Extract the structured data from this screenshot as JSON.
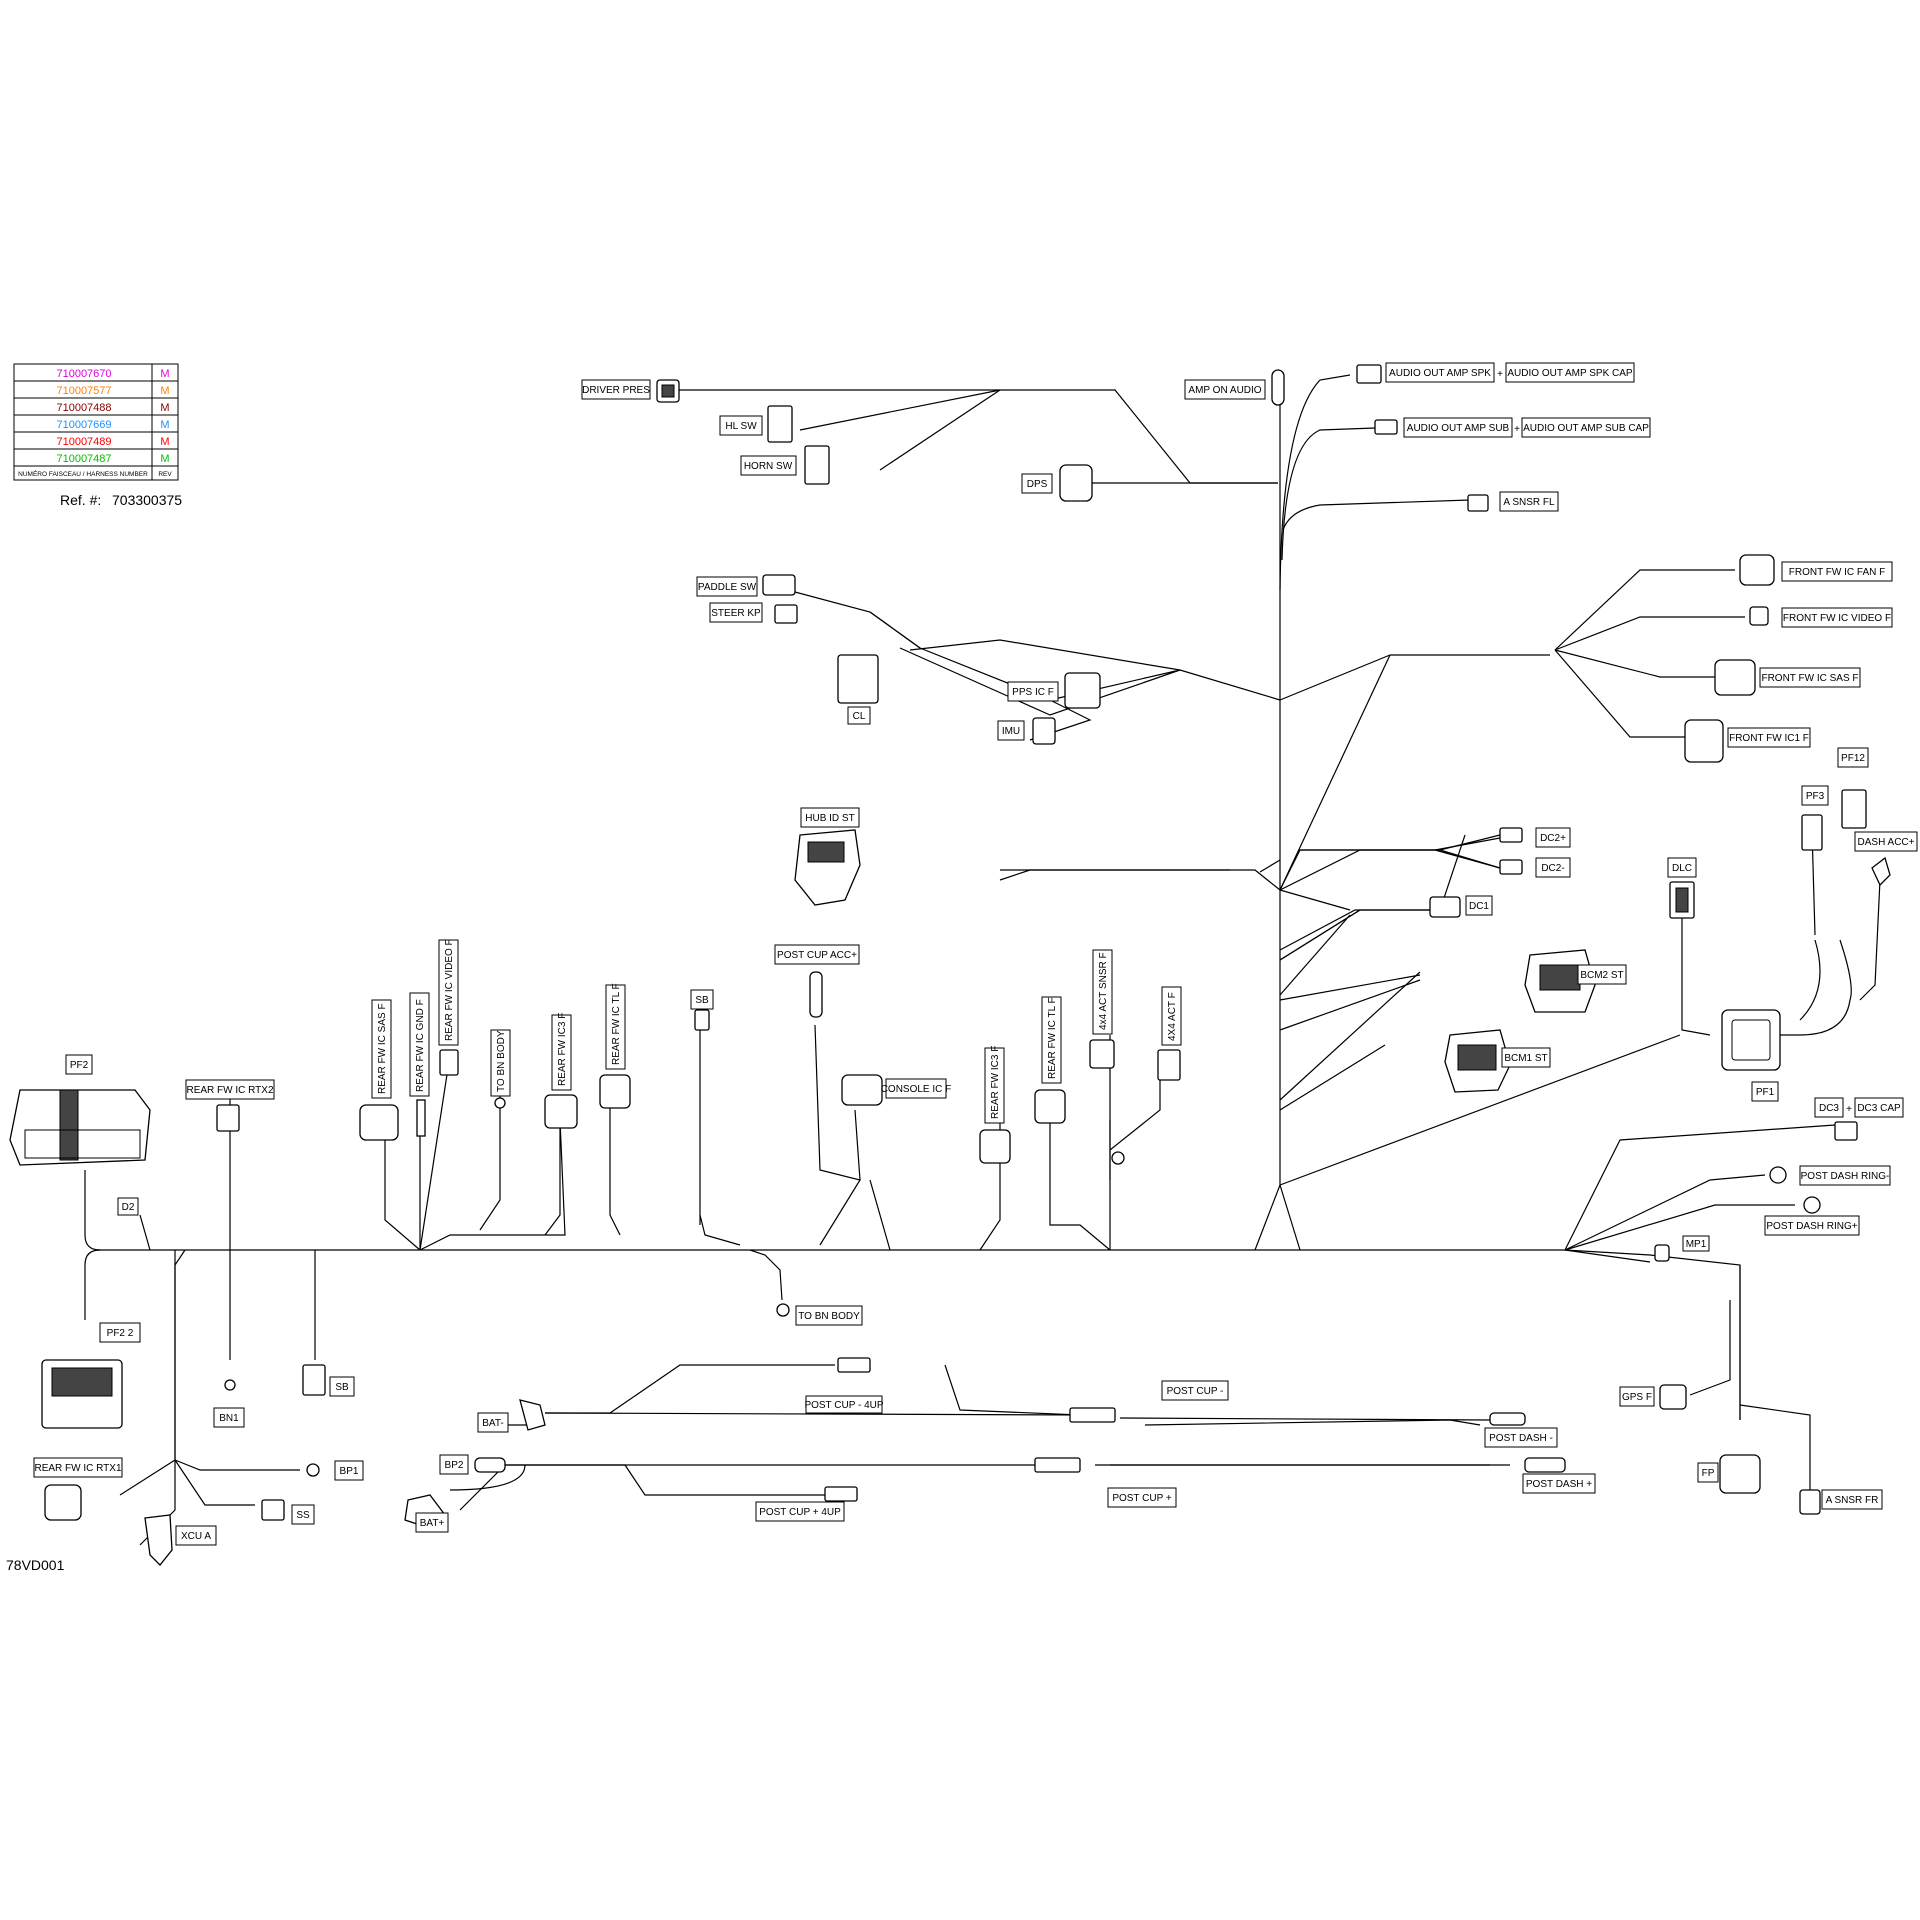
{
  "legend": {
    "rows": [
      {
        "number": "710007670",
        "rev": "M",
        "color": "#e000e0"
      },
      {
        "number": "710007577",
        "rev": "M",
        "color": "#ff8000"
      },
      {
        "number": "710007488",
        "rev": "M",
        "color": "#8b0000"
      },
      {
        "number": "710007669",
        "rev": "M",
        "color": "#1e90ff"
      },
      {
        "number": "710007489",
        "rev": "M",
        "color": "#ff0000"
      },
      {
        "number": "710007487",
        "rev": "M",
        "color": "#00c000"
      }
    ],
    "header_number": "NUMÉRO FAISCEAU / HARNESS NUMBER",
    "header_rev": "REV"
  },
  "ref_label": "Ref. #:",
  "ref_number": "703300375",
  "drawing_id": "78VD001",
  "labels": {
    "driver_pres": "DRIVER PRES",
    "hl_sw": "HL SW",
    "horn_sw": "HORN SW",
    "dps": "DPS",
    "amp_on_audio": "AMP ON AUDIO",
    "audio_out_amp_spk": "AUDIO OUT AMP SPK",
    "audio_out_amp_spk_cap": "AUDIO OUT AMP SPK CAP",
    "audio_out_amp_sub": "AUDIO OUT AMP SUB",
    "audio_out_amp_sub_cap": "AUDIO OUT AMP SUB CAP",
    "plus": "+",
    "a_snsr_fl": "A SNSR FL",
    "paddle_sw": "PADDLE SW",
    "steer_kp": "STEER KP",
    "cl": "CL",
    "pps_ic_f": "PPS IC F",
    "imu": "IMU",
    "front_fw_ic_fan_f": "FRONT FW IC FAN F",
    "front_fw_ic_video_f": "FRONT FW IC VIDEO F",
    "front_fw_ic_sas_f": "FRONT FW IC SAS F",
    "front_fw_ic1_f": "FRONT FW IC1 F",
    "pf12": "PF12",
    "pf3": "PF3",
    "dash_acc_plus": "DASH ACC+",
    "hub_id_st": "HUB ID ST",
    "dc2_plus": "DC2+",
    "dc2_minus": "DC2-",
    "dc1": "DC1",
    "dlc": "DLC",
    "bcm2_st": "BCM2 ST",
    "bcm1_st": "BCM1 ST",
    "pf1": "PF1",
    "post_cup_acc_plus": "POST CUP ACC+",
    "sb_top": "SB",
    "console_ic_f": "CONSOLE IC F",
    "rear_fw_ic_sas_f": "REAR FW IC SAS F",
    "rear_fw_ic_gnd_f": "REAR FW IC GND F",
    "rear_fw_ic_video_f": "REAR FW IC VIDEO F",
    "to_bn_body_v": "TO BN BODY",
    "rear_fw_ic3_f": "REAR FW IC3 F",
    "rear_fw_ic_tl_f": "REAR FW IC TL F",
    "rear_fw_ic3_f_2": "REAR FW IC3 F",
    "rear_fw_ic_tl_f_2": "REAR FW IC TL F",
    "act_snsr_f": "4x4 ACT SNSR F",
    "act_f": "4X4 ACT F",
    "pf2": "PF2",
    "rear_fw_ic_rtx2": "REAR FW IC RTX2",
    "d2": "D2",
    "dc3": "DC3",
    "dc3_cap": "DC3 CAP",
    "post_dash_ring_minus": "POST DASH RING-",
    "post_dash_ring_plus": "POST DASH RING+",
    "mp1": "MP1",
    "to_bn_body": "TO BN BODY",
    "pf2_2": "PF2 2",
    "bn1": "BN1",
    "sb_bottom": "SB",
    "rear_fw_ic_rtx1": "REAR FW IC RTX1",
    "bp1": "BP1",
    "ss": "SS",
    "xcu_a": "XCU A",
    "post_cup_4up": "POST CUP - 4UP",
    "bat_minus": "BAT-",
    "post_cup_minus": "POST CUP -",
    "post_dash_minus": "POST DASH -",
    "bp2": "BP2",
    "bat_plus": "BAT+",
    "post_cup_plus": "POST CUP +",
    "post_cup_plus_4up": "POST CUP + 4UP",
    "post_dash_plus": "POST DASH +",
    "gps_f": "GPS F",
    "fp": "FP",
    "a_snsr_fr": "A SNSR FR"
  }
}
